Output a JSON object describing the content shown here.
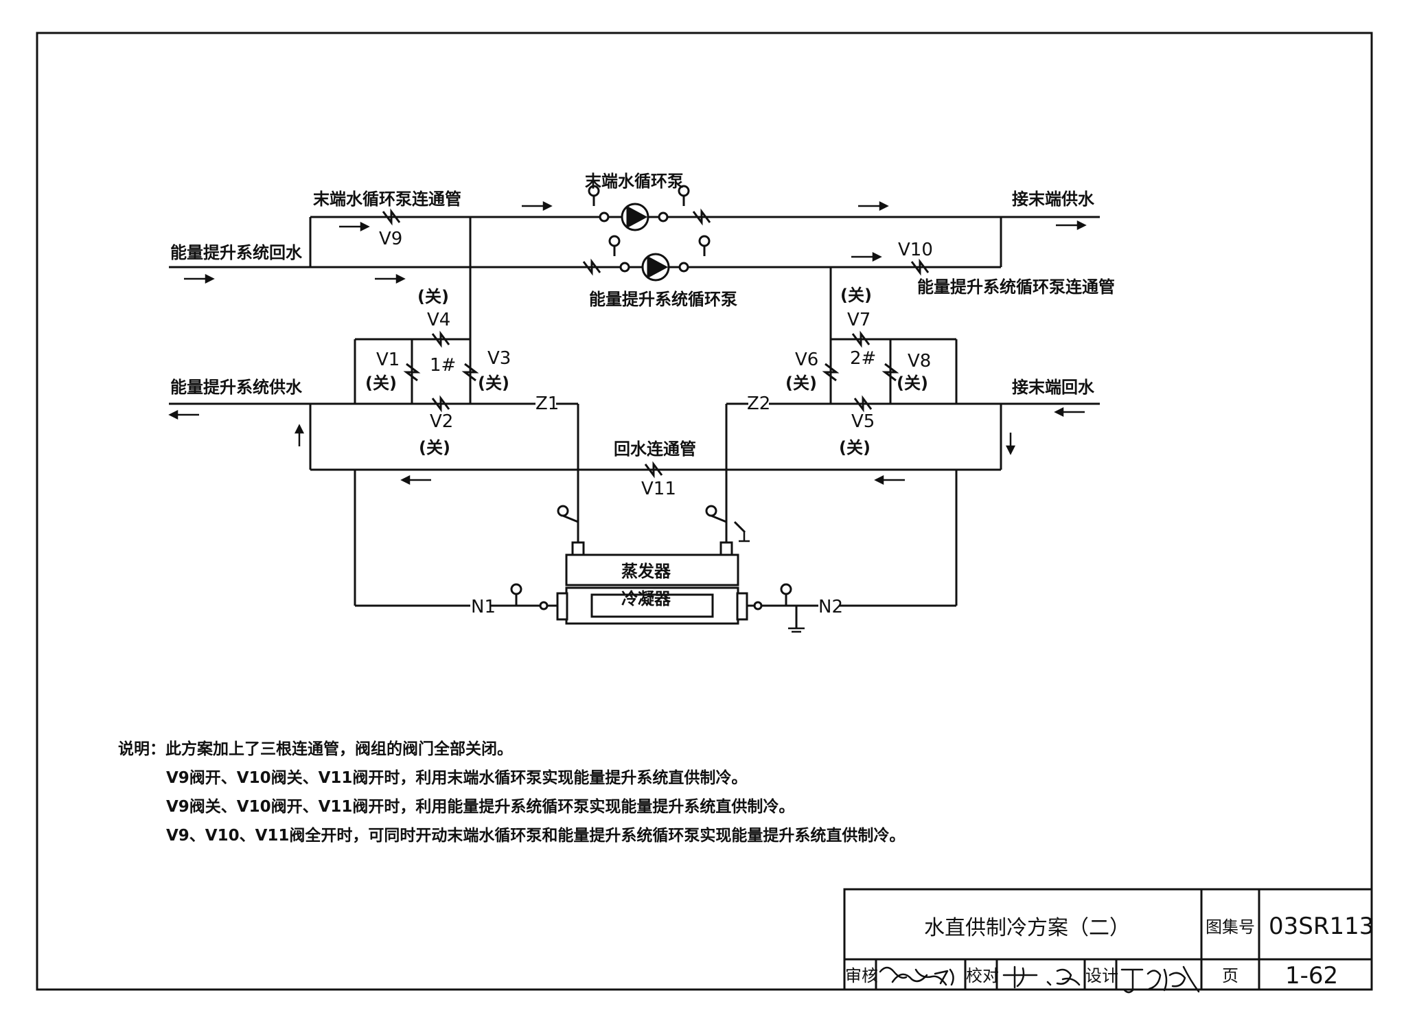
{
  "labels": {
    "end_pump_bypass": "末端水循环泵连通管",
    "end_pump": "末端水循环泵",
    "to_end_supply": "接末端供水",
    "lift_return": "能量提升系统回水",
    "lift_pump": "能量提升系统循环泵",
    "lift_pump_bypass": "能量提升系统循环泵连通管",
    "lift_supply": "能量提升系统供水",
    "to_end_return": "接末端回水",
    "return_bypass": "回水连通管",
    "evaporator": "蒸发器",
    "condenser": "冷凝器"
  },
  "valves": {
    "v1": "V1",
    "v2": "V2",
    "v3": "V3",
    "v4": "V4",
    "v5": "V5",
    "v6": "V6",
    "v7": "V7",
    "v8": "V8",
    "v9": "V9",
    "v10": "V10",
    "v11": "V11",
    "closed": "(关)"
  },
  "nodes": {
    "z1": "Z1",
    "z2": "Z2",
    "n1": "N1",
    "n2": "N2",
    "g1": "1#",
    "g2": "2#"
  },
  "notes": [
    "说明：此方案加上了三根连通管，阀组的阀门全部关闭。",
    "V9阀开、V10阀关、V11阀开时，利用末端水循环泵实现能量提升系统直供制冷。",
    "V9阀关、V10阀开、V11阀开时，利用能量提升系统循环泵实现能量提升系统直供制冷。",
    "V9、V10、V11阀全开时，可同时开动末端水循环泵和能量提升系统循环泵实现能量提升系统直供制冷。"
  ],
  "title_block": {
    "title": "水直供制冷方案（二）",
    "atlas_label": "图集号",
    "atlas_no": "03SR113",
    "review_label": "审核",
    "check_label": "校对",
    "design_label": "设计",
    "page_label": "页",
    "page_no": "1-62"
  }
}
